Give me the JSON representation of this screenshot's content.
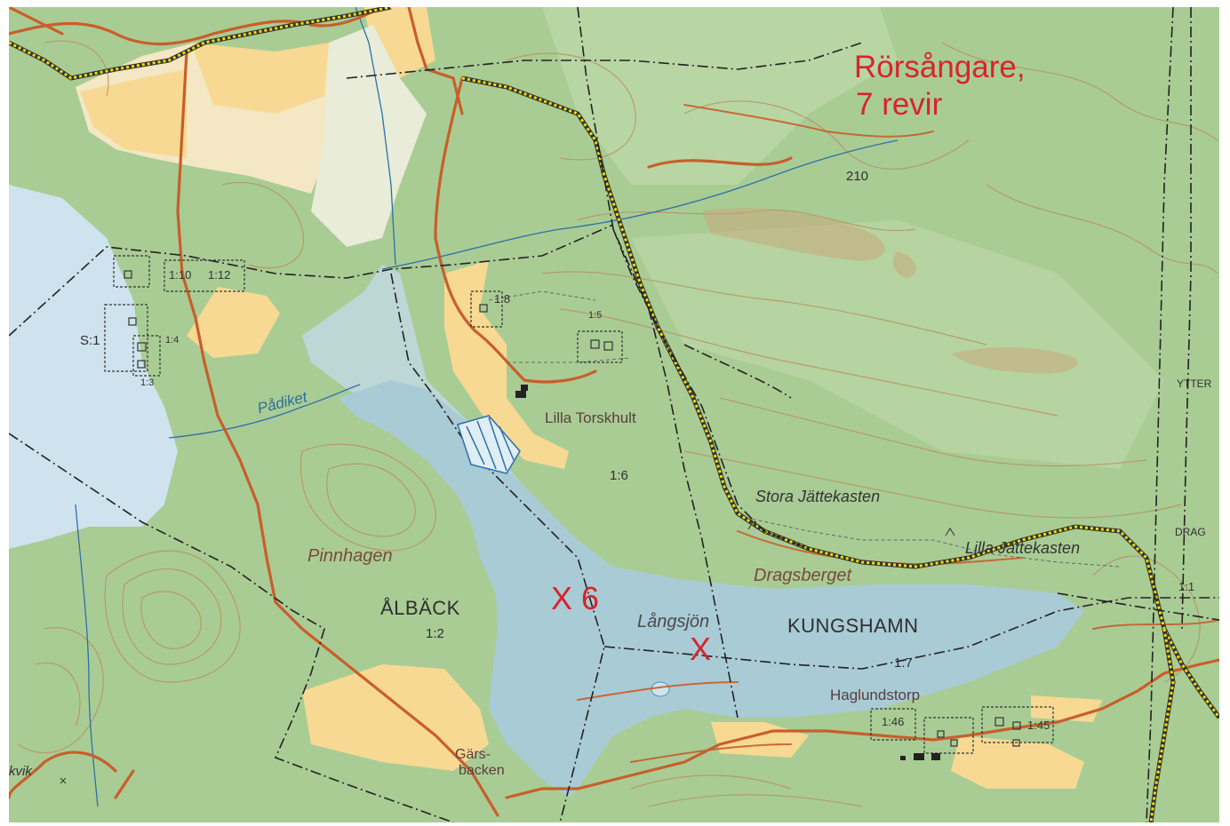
{
  "map": {
    "annotation": {
      "line1": "Rörsångare,",
      "line2": "7 revir",
      "marker_x6": "X 6",
      "marker_x": "X"
    },
    "labels": {
      "lilla_torskhult": "Lilla Torskhult",
      "stora_jattekasten": "Stora Jättekasten",
      "lilla_jattekasten": "Lilla Jättekasten",
      "dragsberget": "Dragsberget",
      "pinnhagen": "Pinnhagen",
      "alback": "ÅLBÄCK",
      "langsjon": "Långsjön",
      "kungshamn": "KUNGSHAMN",
      "haglundstorp": "Haglundstorp",
      "pa_diket": "Pådiket",
      "gars_1": "Gärs-",
      "gars_2": "backen",
      "ytter": "YTTER",
      "drag": "DRAG",
      "kvik": "kvik",
      "s1": "S:1",
      "h210": "210",
      "p16": "1:6",
      "p12": "1:2",
      "p17": "1:7",
      "p11": "1:1",
      "p18": "1:8",
      "p46": "1:46",
      "p45": "1:45",
      "p110": "1:10",
      "p112": "1:12",
      "p15": "1:5",
      "p14": "1:4",
      "p13": "1:3"
    },
    "colors": {
      "forest": "#aacd96",
      "open_land": "#f4e7c4",
      "field": "#f7d993",
      "water": "#a9cbd6",
      "lake_big": "#cfe3ee",
      "road": "#c95e2a",
      "trail_yellow": "#f0e000",
      "contour": "#b88a5a"
    }
  }
}
